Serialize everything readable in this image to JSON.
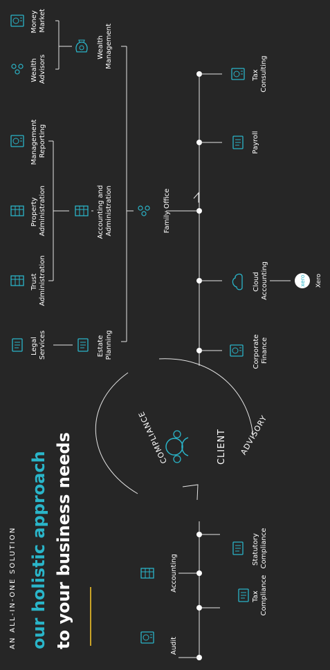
{
  "colors": {
    "background": "#262626",
    "accent": "#2ab5c9",
    "text": "#ffffff",
    "line": "#e6e6e6",
    "gold": "#c9a227"
  },
  "header": {
    "eyebrow": "AN ALL-IN-ONE SOLUTION",
    "title_line1": "our holistic approach",
    "title_line2": "to your business needs"
  },
  "cycle": {
    "center_label": "CLIENT",
    "compliance_label": "COMPLIANCE",
    "advisory_label": "ADVISORY"
  },
  "compliance": {
    "audit": "Audit",
    "accounting": "Accounting",
    "tax_compliance": [
      "Tax",
      "Compliance"
    ],
    "statutory_compliance": [
      "Statutory",
      "Compliance"
    ]
  },
  "advisory": {
    "corporate_finance": [
      "Corporate",
      "Finance"
    ],
    "cloud_accounting": [
      "Cloud",
      "Accounting"
    ],
    "xero_logo": "xero",
    "xero_label": "Xero",
    "family_office": "Family Office",
    "payroll": "Payroll",
    "tax_consulting": [
      "Tax",
      "Consulting"
    ]
  },
  "family_office_branches": {
    "estate_planning": [
      "Estate",
      "Planning"
    ],
    "accounting_administration": [
      "Accounting and",
      "Administration"
    ],
    "wealth_management": [
      "Wealth",
      "Management"
    ]
  },
  "services": {
    "legal_services": [
      "Legal",
      "Services"
    ],
    "trust_administration": [
      "Trust",
      "Administration"
    ],
    "property_administration": [
      "Property",
      "Administration"
    ],
    "management_reporting": [
      "Management",
      "Reporting"
    ],
    "wealth_advisors": [
      "Wealth",
      "Advisors"
    ],
    "money_market": [
      "Money",
      "Market"
    ]
  }
}
